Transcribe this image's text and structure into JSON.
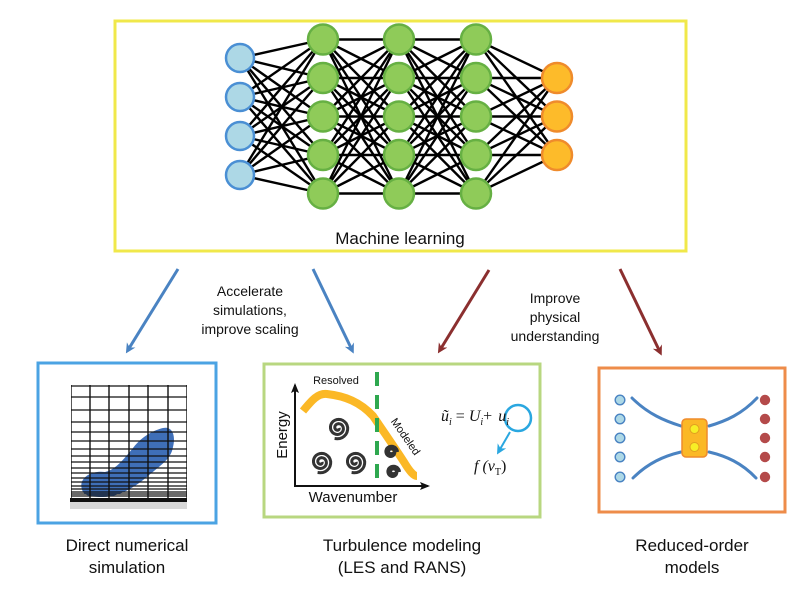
{
  "machine_learning": {
    "title": "Machine learning",
    "box_color": "#f0e84a",
    "network": {
      "layers": [
        {
          "name": "input",
          "nodes": 4,
          "fill": "#add8e6",
          "stroke": "#4a8fd4"
        },
        {
          "name": "hidden-1",
          "nodes": 5,
          "fill": "#8fcb59",
          "stroke": "#66b043"
        },
        {
          "name": "hidden-2",
          "nodes": 5,
          "fill": "#8fcb59",
          "stroke": "#66b043"
        },
        {
          "name": "hidden-3",
          "nodes": 5,
          "fill": "#8fcb59",
          "stroke": "#66b043"
        },
        {
          "name": "output",
          "nodes": 3,
          "fill": "#fdbb2a",
          "stroke": "#ef8b2c"
        }
      ]
    }
  },
  "arrows": {
    "left_group_label": [
      "Accelerate",
      "simulations,",
      "improve scaling"
    ],
    "right_group_label": [
      "Improve",
      "physical",
      "understanding"
    ],
    "left_color": "#4a83c2",
    "right_color": "#8b2f2f"
  },
  "panels": {
    "dns": {
      "caption": [
        "Direct numerical",
        "simulation"
      ],
      "border_color": "#4ba3e3",
      "icon": "mesh-grid-with-flow-blob-icon"
    },
    "turbulence": {
      "caption": [
        "Turbulence modeling",
        "(LES and RANS)"
      ],
      "border_color": "#b8d780",
      "plot": {
        "xlabel": "Wavenumber",
        "ylabel": "Energy",
        "resolved_label": "Resolved",
        "modeled_label": "Modeled"
      },
      "equation": {
        "lhs": "ũ",
        "sub_i": "i",
        "equals": "=",
        "U": "U",
        "plus": "+",
        "u": "u",
        "func": "f (ν",
        "func_sub": "T",
        "func_close": ")"
      },
      "curve_color": "#fbb826",
      "divider_color": "#2ea84f",
      "highlight_color": "#2aa7e0"
    },
    "rom": {
      "caption": [
        "Reduced-order",
        "models"
      ],
      "border_color": "#ee8c4a",
      "input_nodes": 5,
      "output_nodes": 5,
      "latent_nodes": 2,
      "input_color": "#add8e6",
      "output_color": "#b44a4a",
      "latent_color": "#fbb826",
      "latent_node_color": "#f7ee26",
      "curve_color": "#4a83c2"
    }
  }
}
